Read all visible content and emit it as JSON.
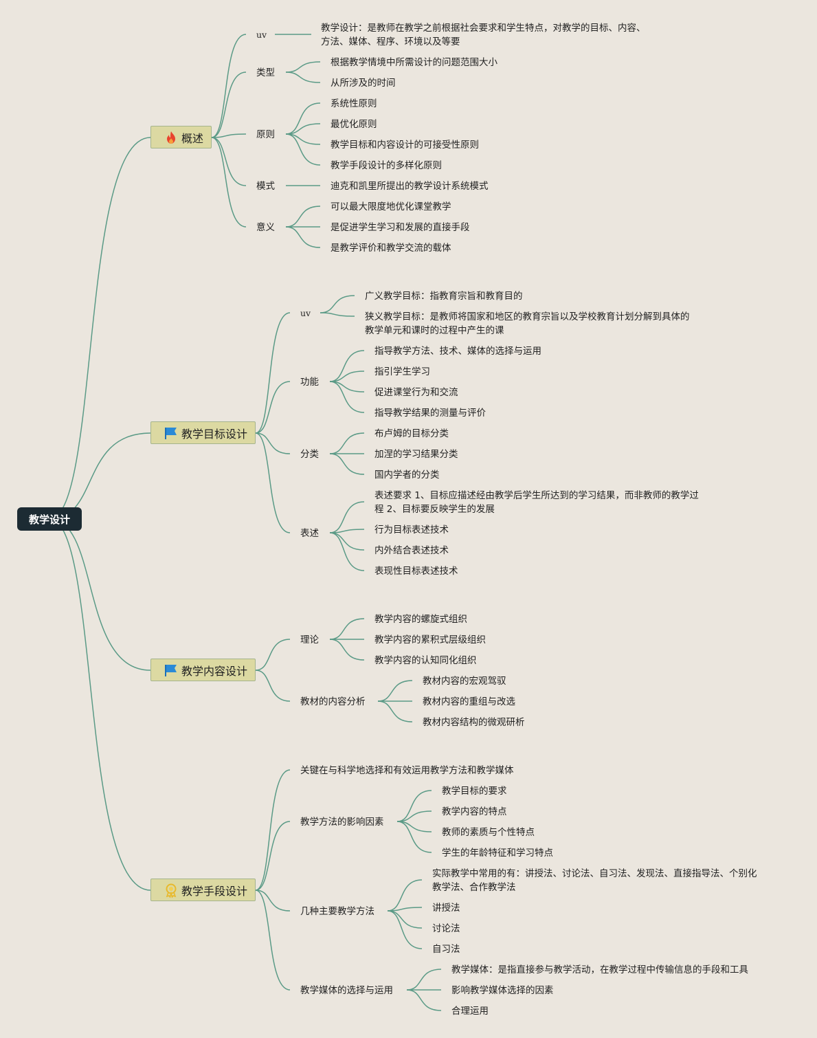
{
  "root": "教学设计",
  "b1": {
    "label": "概述",
    "uv": "uv",
    "uv_text1": "教学设计：是教师在教学之前根据社会要求和学生特点，对教学的目标、内容、",
    "uv_text2": "方法、媒体、程序、环境以及等要",
    "type": "类型",
    "type_items": [
      "根据教学情境中所需设计的问题范围大小",
      "从所涉及的时间"
    ],
    "principle": "原则",
    "principle_items": [
      "系统性原则",
      "最优化原则",
      "教学目标和内容设计的可接受性原则",
      "教学手段设计的多样化原则"
    ],
    "mode": "模式",
    "mode_item": "迪克和凯里所提出的教学设计系统模式",
    "meaning": "意义",
    "meaning_items": [
      "可以最大限度地优化课堂教学",
      "是促进学生学习和发展的直接手段",
      "是教学评价和教学交流的载体"
    ]
  },
  "b2": {
    "label": "教学目标设计",
    "uv": "uv",
    "uv_items": [
      "广义教学目标：指教育宗旨和教育目的",
      "狭义教学目标：是教师将国家和地区的教育宗旨以及学校教育计划分解到具体的",
      "教学单元和课时的过程中产生的课"
    ],
    "func": "功能",
    "func_items": [
      "指导教学方法、技术、媒体的选择与运用",
      "指引学生学习",
      "促进课堂行为和交流",
      "指导教学结果的测量与评价"
    ],
    "cls": "分类",
    "cls_items": [
      "布卢姆的目标分类",
      "加涅的学习结果分类",
      "国内学者的分类"
    ],
    "expr": "表述",
    "expr_items": [
      "表述要求 1、目标应描述经由教学后学生所达到的学习结果，而非教师的教学过",
      "程 2、目标要反映学生的发展",
      "行为目标表述技术",
      "内外结合表述技术",
      "表现性目标表述技术"
    ]
  },
  "b3": {
    "label": "教学内容设计",
    "theory": "理论",
    "theory_items": [
      "教学内容的螺旋式组织",
      "教学内容的累积式层级组织",
      "教学内容的认知同化组织"
    ],
    "analysis": "教材的内容分析",
    "analysis_items": [
      "教材内容的宏观驾驭",
      "教材内容的重组与改选",
      "教材内容结构的微观研析"
    ]
  },
  "b4": {
    "label": "教学手段设计",
    "key": "关键在与科学地选择和有效运用教学方法和教学媒体",
    "factors": "教学方法的影响因素",
    "factor_items": [
      "教学目标的要求",
      "教学内容的特点",
      "教师的素质与个性特点",
      "学生的年龄特征和学习特点"
    ],
    "methods": "几种主要教学方法",
    "method_items": [
      "实际教学中常用的有：讲授法、讨论法、自习法、发现法、直接指导法、个别化",
      "教学法、合作教学法",
      "讲授法",
      "讨论法",
      "自习法"
    ],
    "media": "教学媒体的选择与运用",
    "media_items": [
      "教学媒体：是指直接参与教学活动，在教学过程中传输信息的手段和工具",
      "影响教学媒体选择的因素",
      "合理运用"
    ]
  },
  "colors": {
    "line": "#5a9a86",
    "root_bg": "#1c2b33",
    "node_bg": "#dcd9a2"
  },
  "icons": {
    "b1": "fire-icon",
    "b2": "flag-icon",
    "b3": "flag-icon",
    "b4": "award-icon"
  }
}
